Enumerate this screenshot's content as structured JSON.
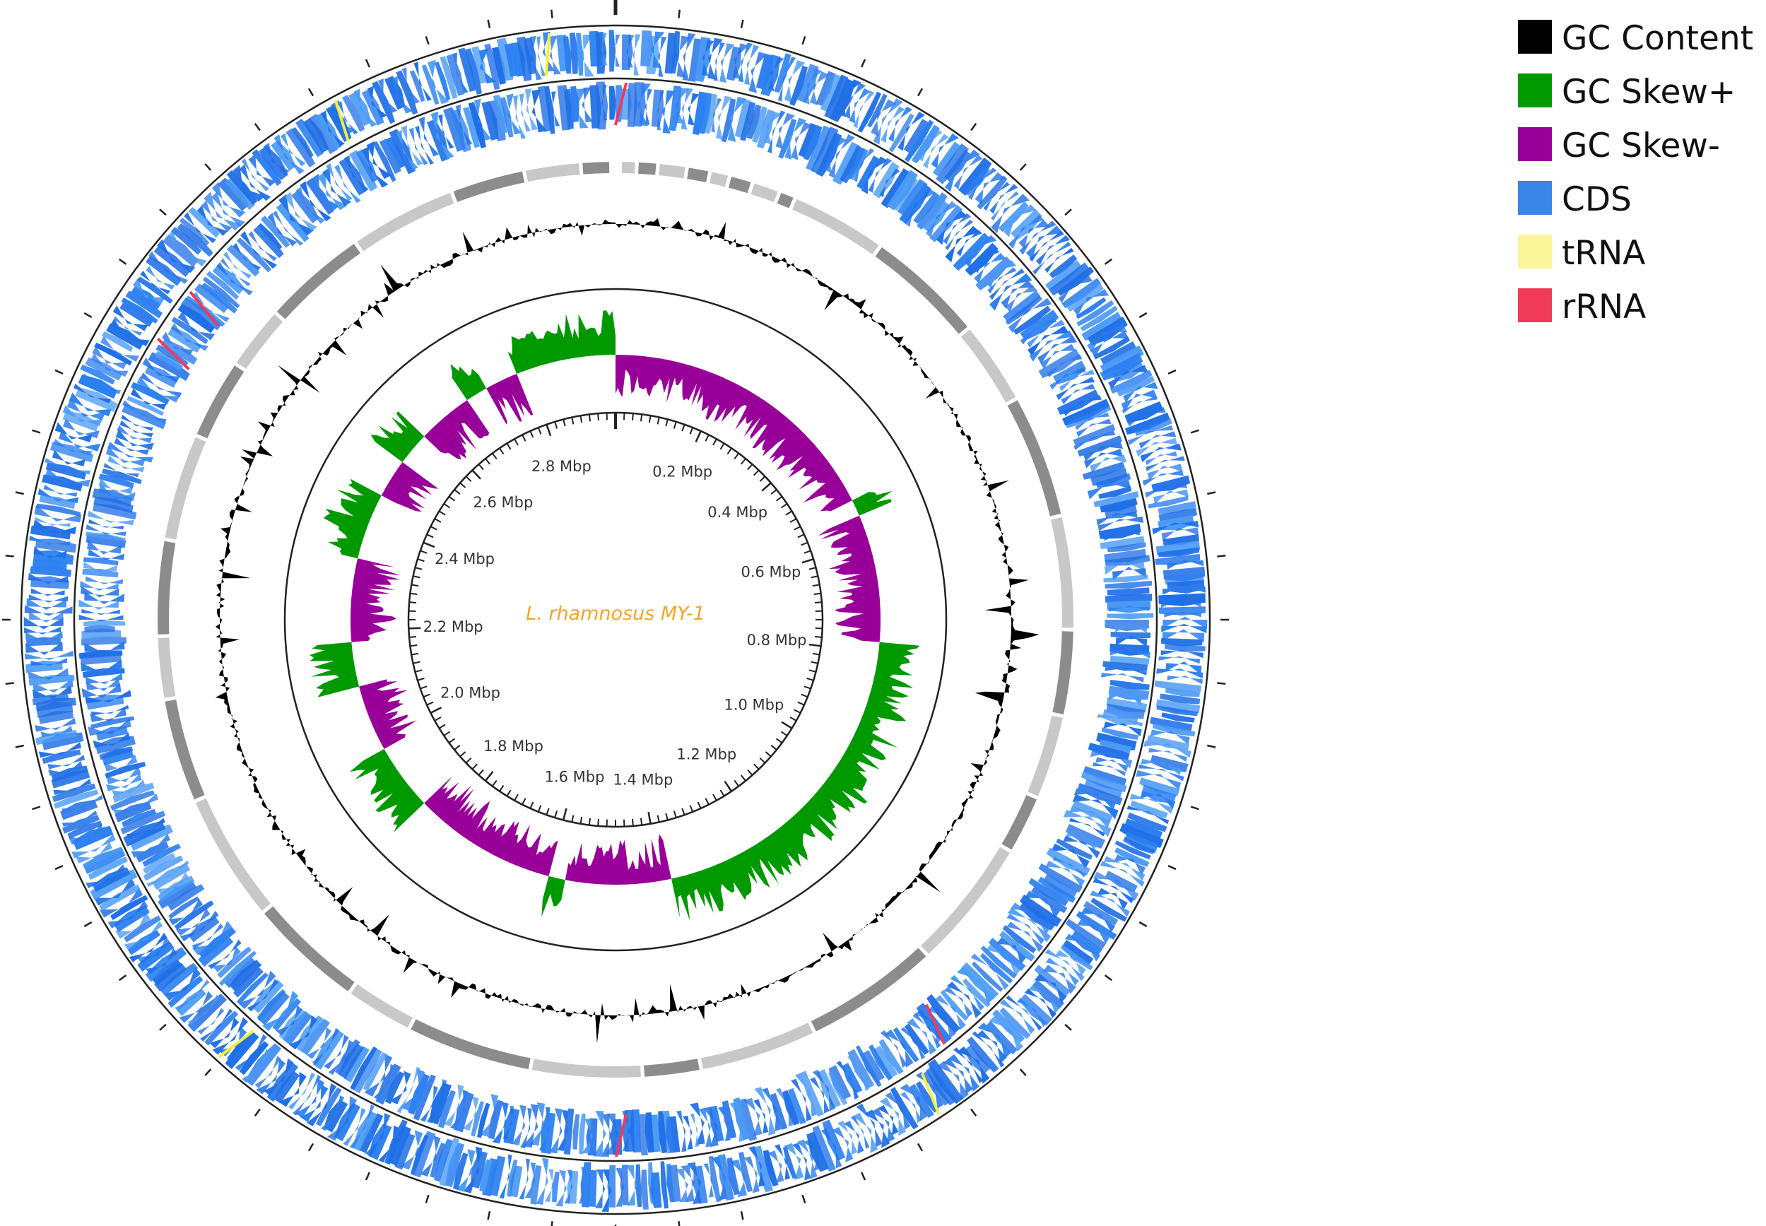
{
  "title": "L. rhamnosus MY-1",
  "colors": {
    "title": "#f5a623",
    "gc_content": "#000000",
    "gc_skew_pos": "#009900",
    "gc_skew_neg": "#990099",
    "cds": "#1f6fe6",
    "trna": "#f5ef3a",
    "rrna": "#f03a5a",
    "ring_line": "#222222",
    "contig_light": "#c8c8c8",
    "contig_dark": "#8c8c8c"
  },
  "legend": [
    {
      "label": "GC Content",
      "color": "#000000"
    },
    {
      "label": "GC Skew+",
      "color": "#009900"
    },
    {
      "label": "GC Skew-",
      "color": "#990099"
    },
    {
      "label": "CDS",
      "color": "#3a86e8"
    },
    {
      "label": "tRNA",
      "color": "#fbf59a"
    },
    {
      "label": "rRNA",
      "color": "#f03a5a"
    }
  ],
  "axis": {
    "genome_length_mbp": 2.96,
    "tick_labels": [
      "0.2 Mbp",
      "0.4 Mbp",
      "0.6 Mbp",
      "0.8 Mbp",
      "1.0 Mbp",
      "1.2 Mbp",
      "1.4 Mbp",
      "1.6 Mbp",
      "1.8 Mbp",
      "2.0 Mbp",
      "2.2 Mbp",
      "2.4 Mbp",
      "2.6 Mbp",
      "2.8 Mbp"
    ],
    "tick_positions_mbp": [
      0.2,
      0.4,
      0.6,
      0.8,
      1.0,
      1.2,
      1.4,
      1.6,
      1.8,
      2.0,
      2.2,
      2.4,
      2.6,
      2.8
    ]
  },
  "gc_skew_segments_mbp": [
    {
      "start": 0.0,
      "end": 0.52,
      "sign": "-"
    },
    {
      "start": 0.52,
      "end": 0.55,
      "sign": "+"
    },
    {
      "start": 0.55,
      "end": 0.78,
      "sign": "-"
    },
    {
      "start": 0.78,
      "end": 1.38,
      "sign": "+"
    },
    {
      "start": 1.38,
      "end": 1.57,
      "sign": "-"
    },
    {
      "start": 1.57,
      "end": 1.6,
      "sign": "+"
    },
    {
      "start": 1.6,
      "end": 1.86,
      "sign": "-"
    },
    {
      "start": 1.86,
      "end": 1.98,
      "sign": "+"
    },
    {
      "start": 1.98,
      "end": 2.1,
      "sign": "-"
    },
    {
      "start": 2.1,
      "end": 2.18,
      "sign": "+"
    },
    {
      "start": 2.18,
      "end": 2.33,
      "sign": "-"
    },
    {
      "start": 2.33,
      "end": 2.45,
      "sign": "+"
    },
    {
      "start": 2.45,
      "end": 2.52,
      "sign": "-"
    },
    {
      "start": 2.52,
      "end": 2.58,
      "sign": "+"
    },
    {
      "start": 2.58,
      "end": 2.68,
      "sign": "-"
    },
    {
      "start": 2.68,
      "end": 2.72,
      "sign": "+"
    },
    {
      "start": 2.72,
      "end": 2.78,
      "sign": "-"
    },
    {
      "start": 2.78,
      "end": 2.96,
      "sign": "+"
    }
  ],
  "rrna_positions_mbp": [
    0.0,
    1.47,
    1.16,
    2.47,
    2.52
  ],
  "trna_positions_mbp": [
    2.9,
    2.72,
    1.2,
    1.82
  ]
}
